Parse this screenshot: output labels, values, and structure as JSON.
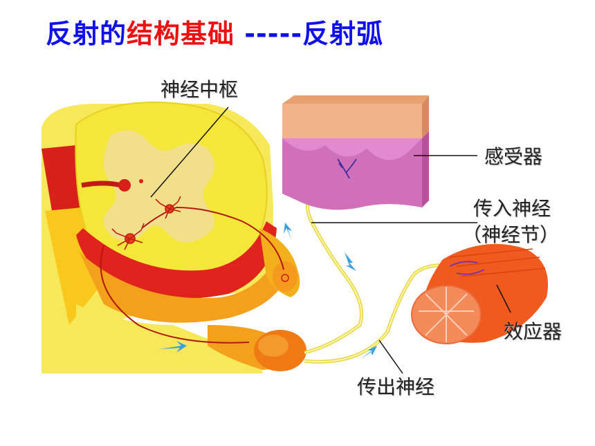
{
  "title": {
    "part1": "反射的",
    "part2": "结构基础",
    "part3": " -----反射弧"
  },
  "labels": {
    "center": "神经中枢",
    "receptor": "感受器",
    "afferent": "传入神经",
    "ganglion": "（神经节）",
    "effector": "效应器",
    "efferent": "传出神经"
  },
  "colors": {
    "title_blue": "#1010ee",
    "title_red": "#ee1010",
    "spinal_yellow": "#f5e63a",
    "gray_matter": "#f2df8a",
    "spinal_red": "#e0231c",
    "skin_pink": "#e28ad0",
    "muscle_orange": "#f05a1e",
    "arrow_blue": "#3aa0e0"
  }
}
